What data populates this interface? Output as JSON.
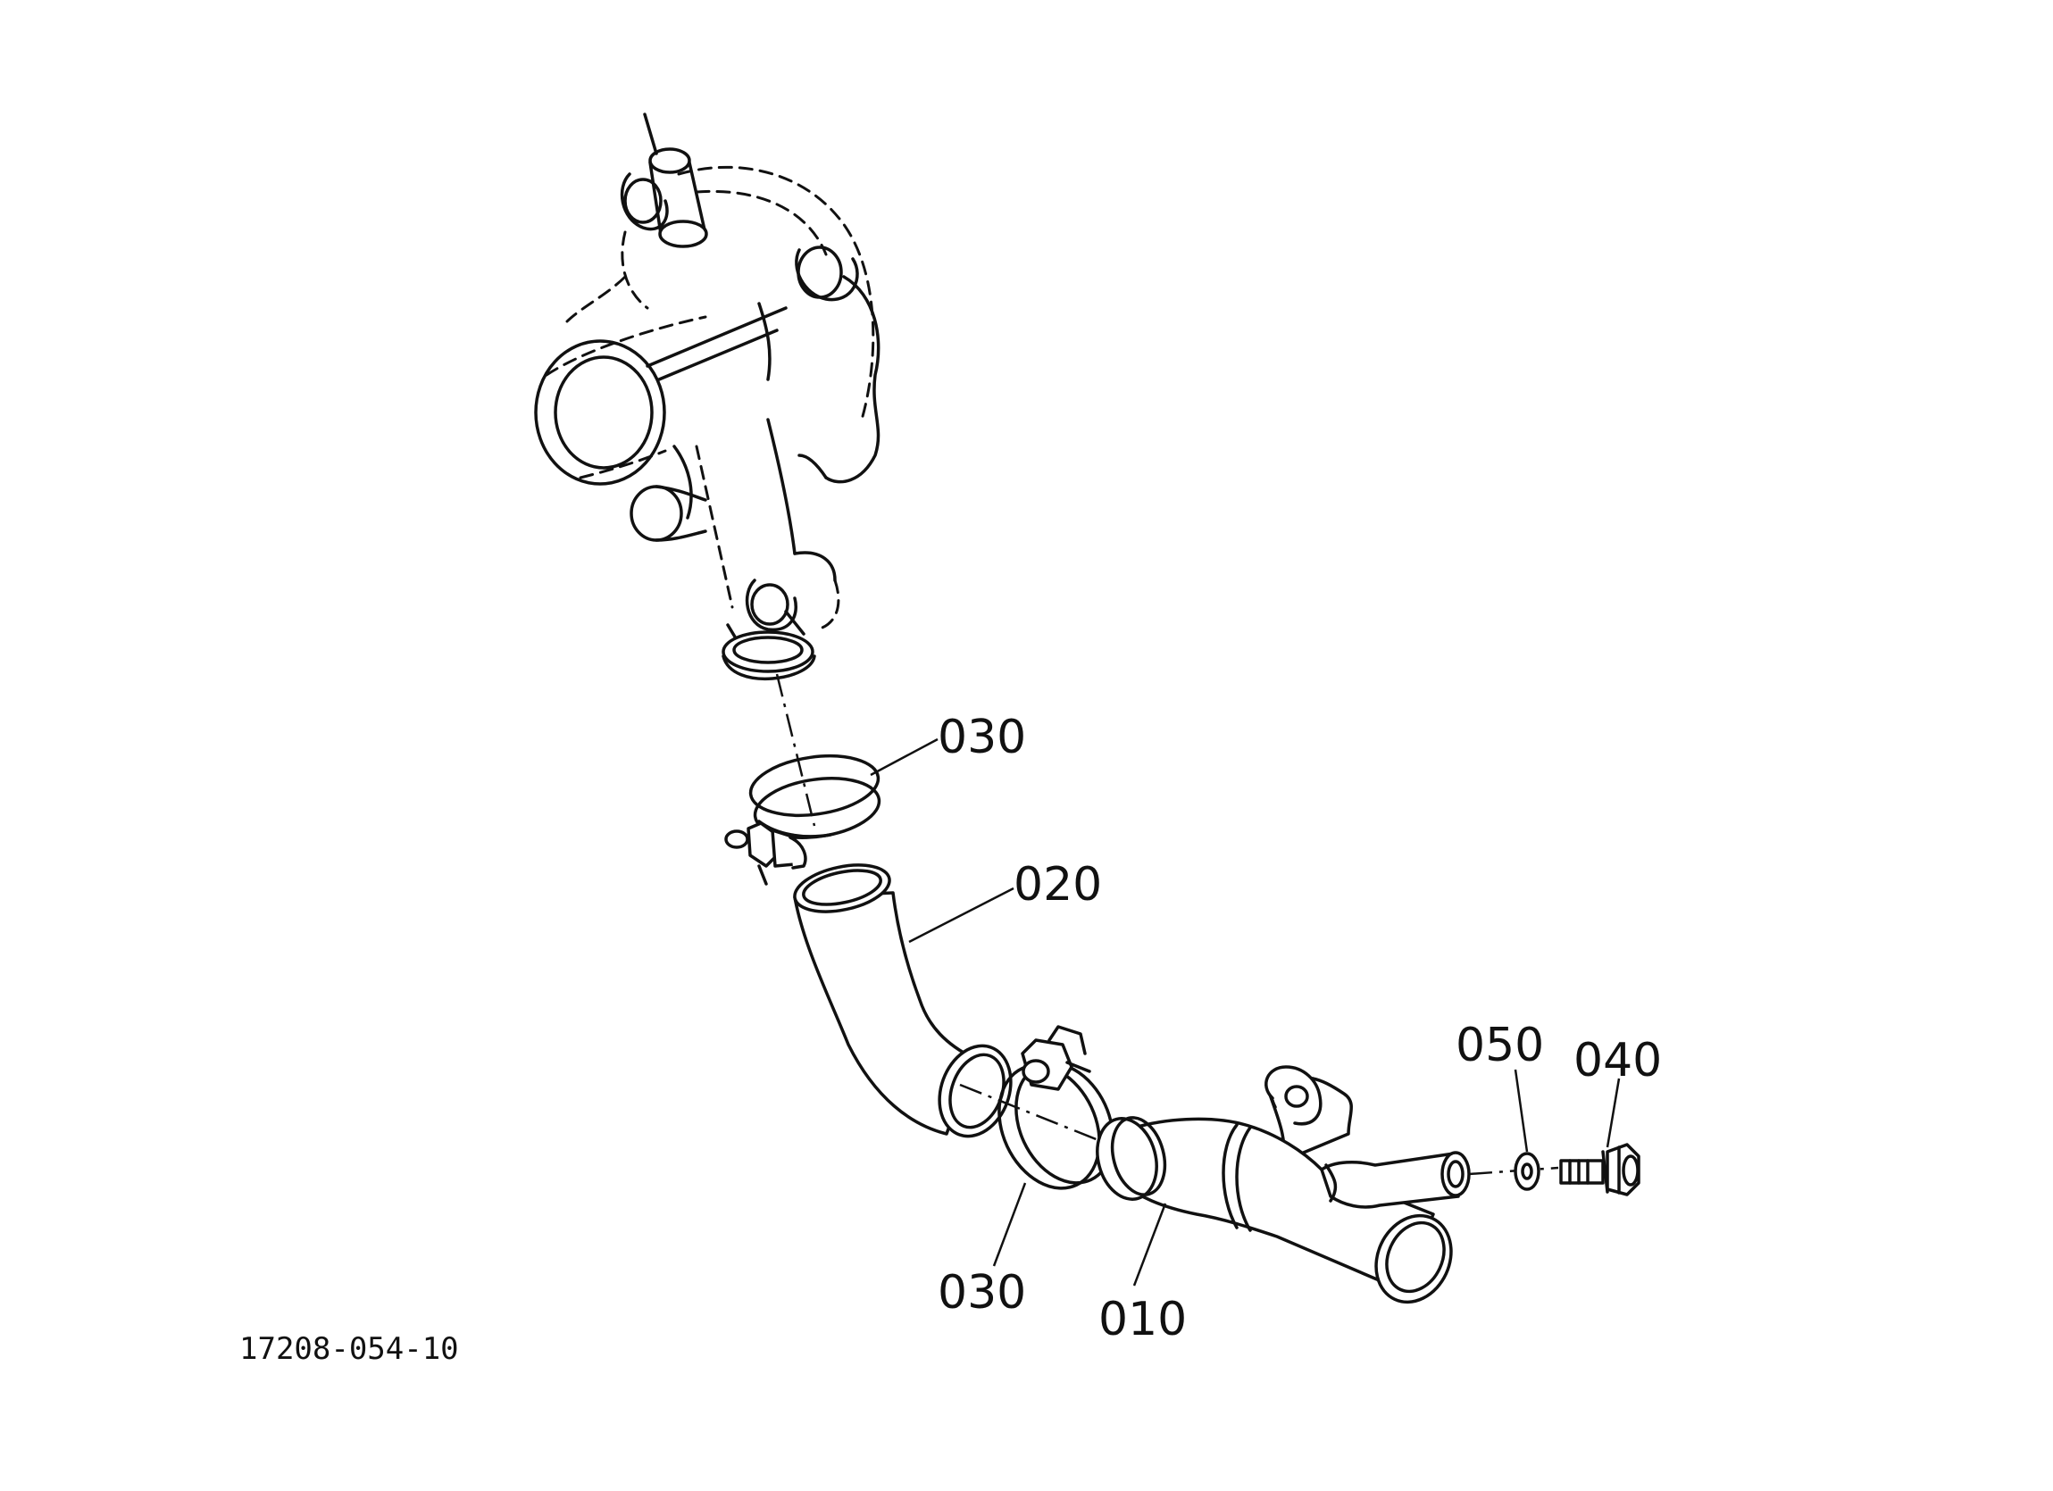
{
  "diagram": {
    "drawing_number": "17208-054-10",
    "parts": [
      {
        "ref": "010"
      },
      {
        "ref": "020"
      },
      {
        "ref": "030"
      },
      {
        "ref": "040"
      },
      {
        "ref": "050"
      }
    ],
    "callouts": {
      "clamp_upper": "030",
      "hose": "020",
      "clamp_lower": "030",
      "pipe": "010",
      "washer": "050",
      "bolt": "040"
    },
    "colors": {
      "ink": "#111111",
      "paper": "#ffffff"
    }
  }
}
